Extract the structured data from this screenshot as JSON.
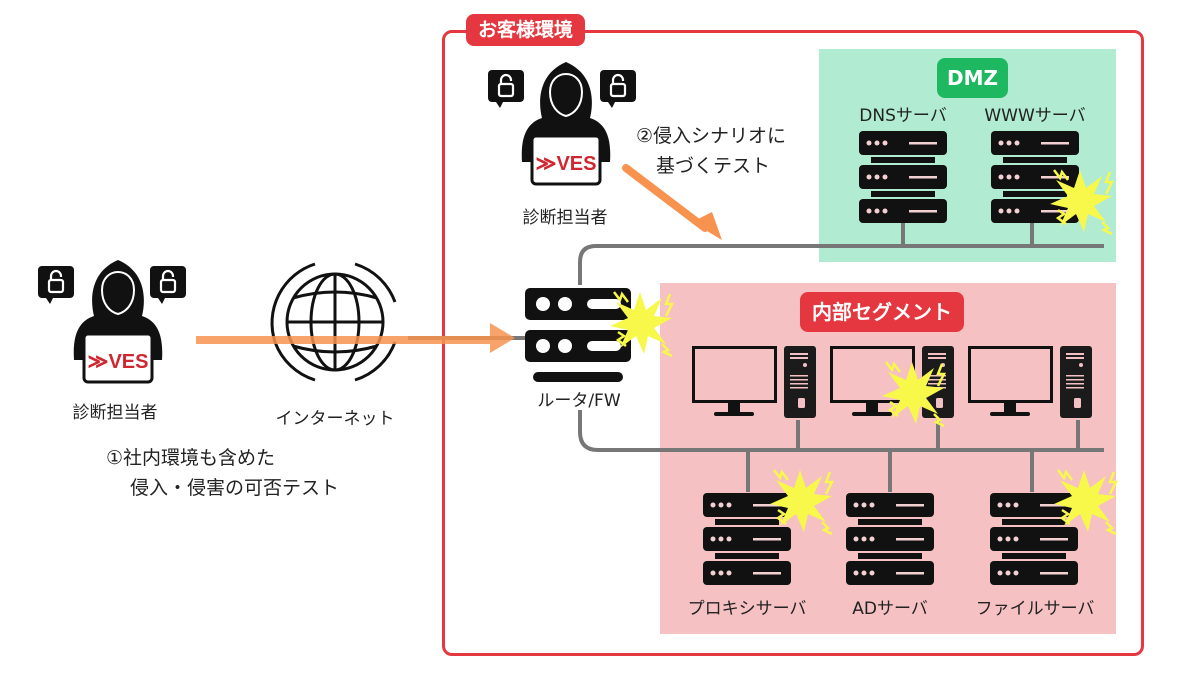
{
  "customer_env": {
    "label": "お客様環境",
    "border_color": "#e5373f"
  },
  "dmz": {
    "label": "DMZ",
    "label_color": "#1db85f",
    "bg_color": "#b1ebd1",
    "servers": [
      {
        "label": "DNSサーバ",
        "attacked": false
      },
      {
        "label": "WWWサーバ",
        "attacked": true
      }
    ]
  },
  "internal_segment": {
    "label": "内部セグメント",
    "bg_color": "#f5c1c3",
    "pcs": [
      {
        "attacked": false
      },
      {
        "attacked": true
      },
      {
        "attacked": false
      }
    ],
    "servers": [
      {
        "label": "プロキシサーバ",
        "attacked": true
      },
      {
        "label": "ADサーバ",
        "attacked": false
      },
      {
        "label": "ファイルサーバ",
        "attacked": true
      }
    ]
  },
  "router": {
    "label": "ルータ/FW",
    "attacked": true
  },
  "internet": {
    "label": "インターネット"
  },
  "testers": [
    {
      "label": "診断担当者",
      "logo": "VES",
      "location": "external"
    },
    {
      "label": "診断担当者",
      "logo": "VES",
      "location": "internal"
    }
  ],
  "notes": {
    "external_test": [
      "①社内環境も含めた",
      "侵入・侵害の可否テスト"
    ],
    "scenario_test": [
      "②侵入シナリオに",
      "基づくテスト"
    ]
  },
  "colors": {
    "arrow": "#f7934f",
    "network_line": "#777777",
    "burst": "#f8f84a"
  }
}
